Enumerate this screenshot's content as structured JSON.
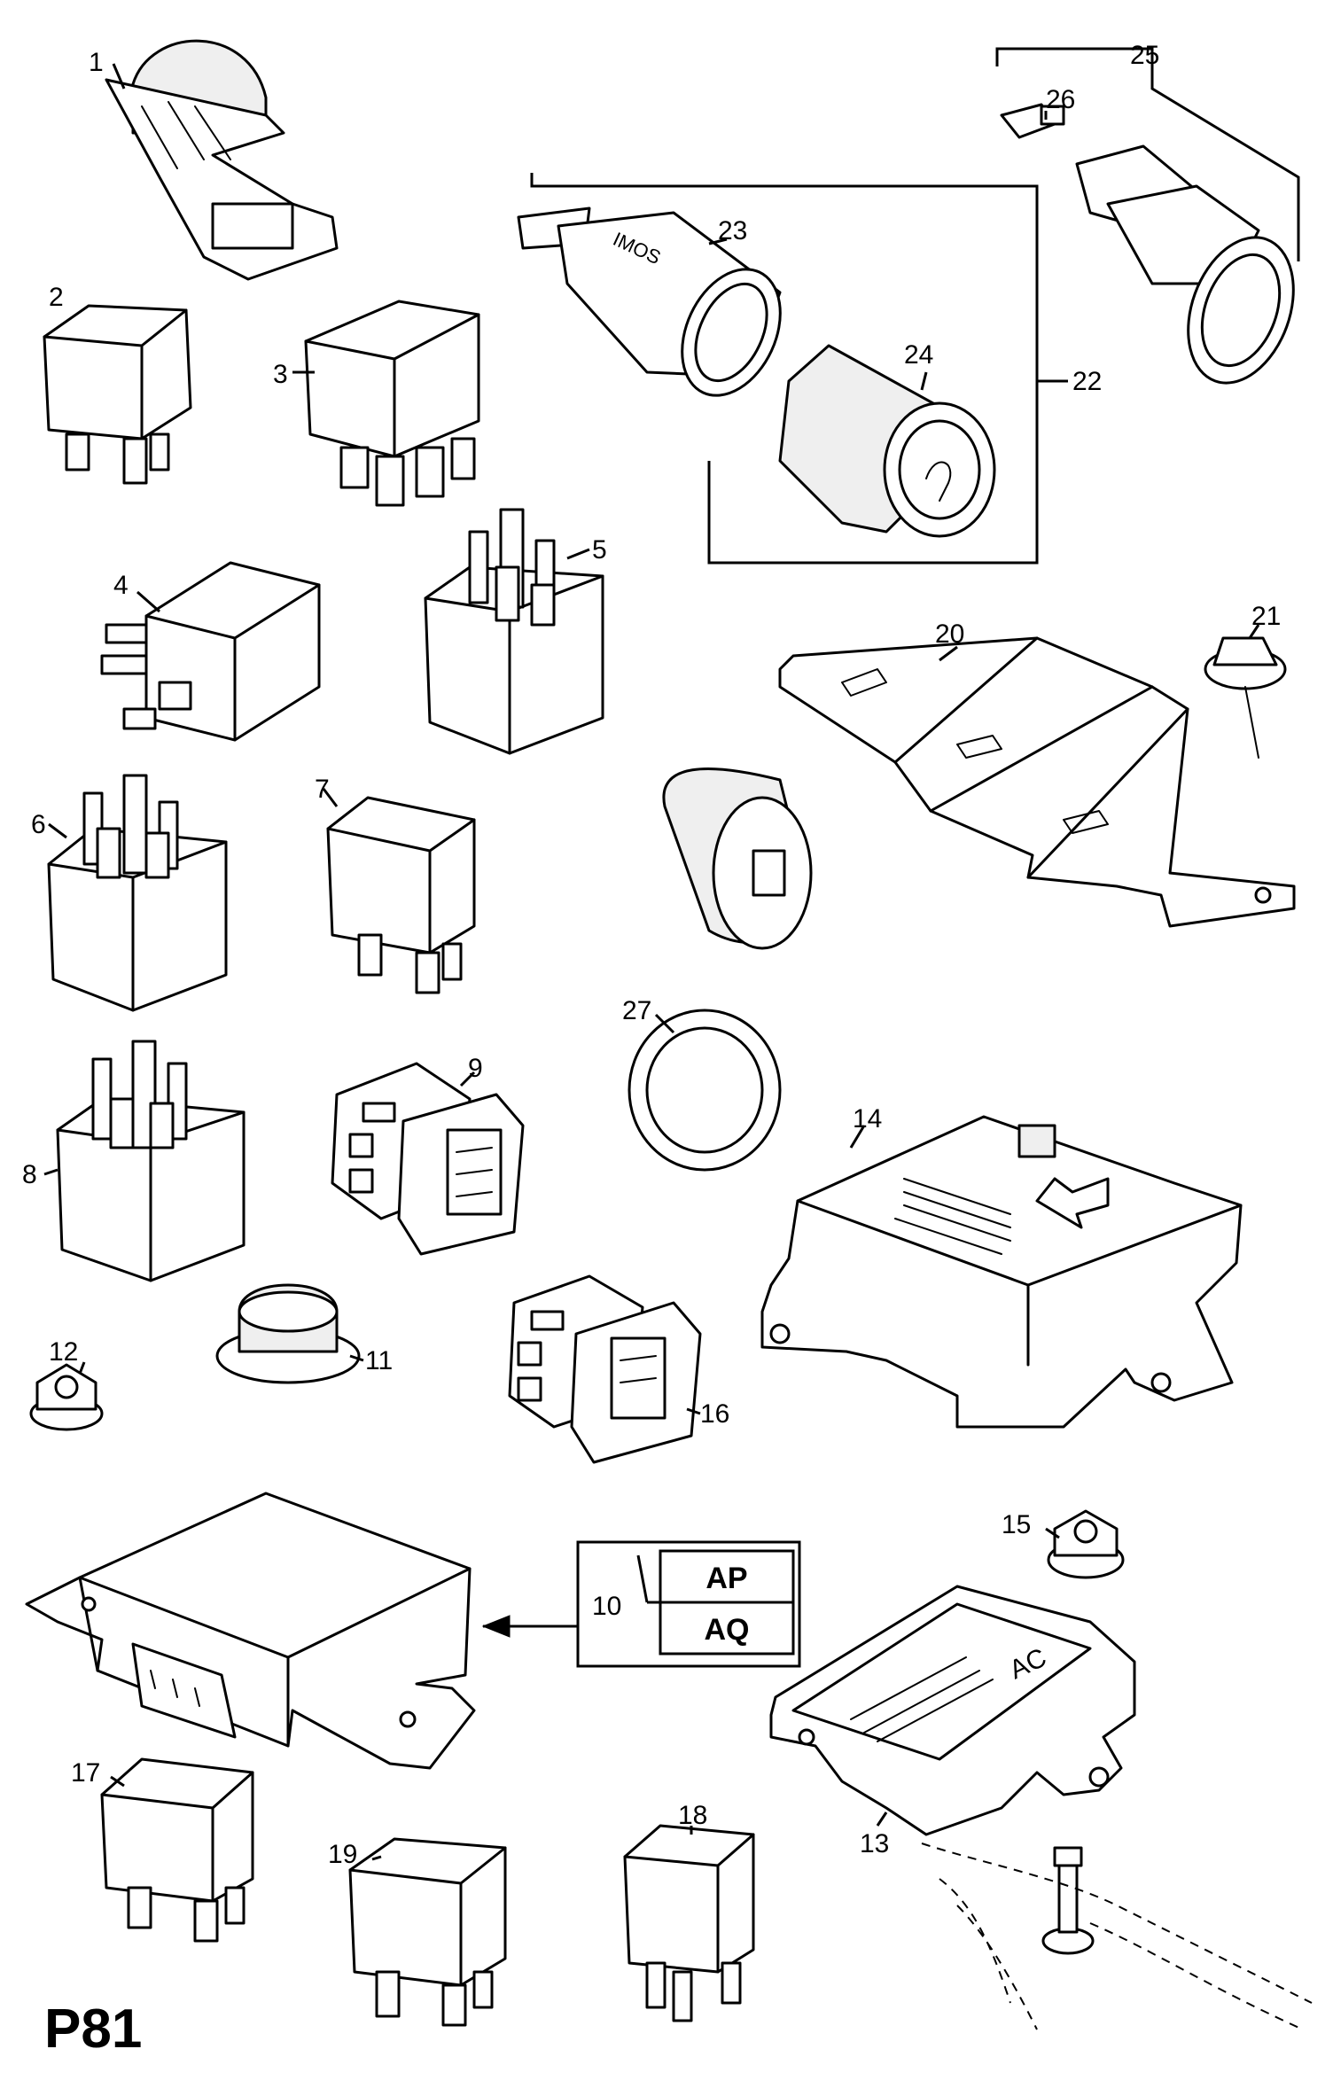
{
  "page": {
    "code": "P81"
  },
  "callouts": {
    "c1": "1",
    "c2": "2",
    "c3": "3",
    "c4": "4",
    "c5": "5",
    "c6": "6",
    "c7": "7",
    "c8": "8",
    "c9": "9",
    "c10": "10",
    "c11": "11",
    "c12": "12",
    "c13": "13",
    "c14": "14",
    "c15": "15",
    "c16": "16",
    "c17": "17",
    "c18": "18",
    "c19": "19",
    "c20": "20",
    "c21": "21",
    "c22": "22",
    "c23": "23",
    "c24": "24",
    "c25": "25",
    "c26": "26",
    "c27": "27"
  },
  "variant_box": {
    "row1": "AP",
    "row2": "AQ"
  },
  "part_text": {
    "socket_text": "IMOS",
    "module_text": "AC"
  }
}
